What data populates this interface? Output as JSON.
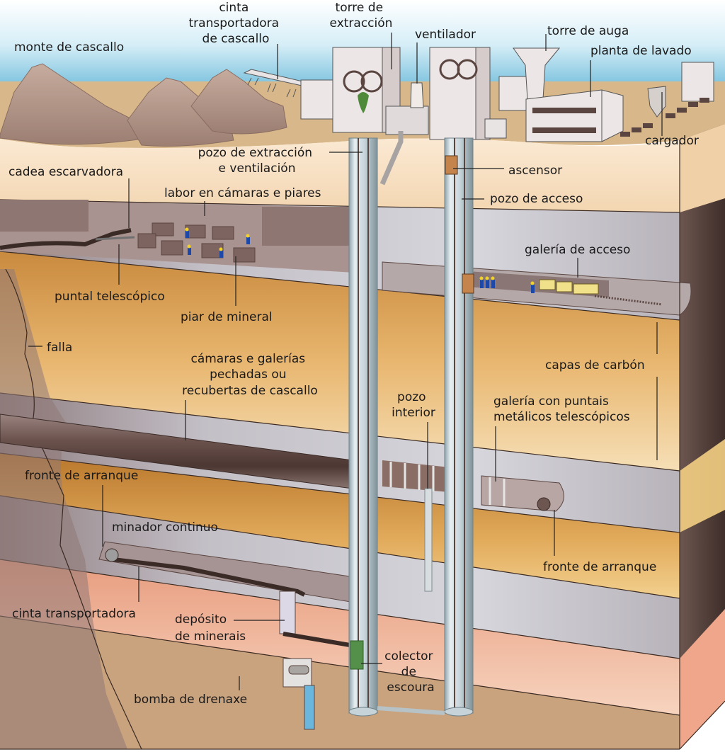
{
  "diagram": {
    "language": "gl",
    "subject": "mina de carbón subterránea",
    "labels": {
      "waste_heap": "monte de cascallo",
      "waste_conveyor": [
        "cinta",
        "transportadora",
        "de cascallo"
      ],
      "headframe": [
        "torre de",
        "extracción"
      ],
      "fan": "ventilador",
      "water_tower": "torre de auga",
      "washing_plant": "planta de lavado",
      "loader": "cargador",
      "hoisting_shaft": [
        "pozo de extracción",
        "e ventilación"
      ],
      "cage": "ascensor",
      "access_shaft": "pozo de acceso",
      "scraper_chain": "cadea escarvadora",
      "room_and_pillar": "labor en cámaras e piares",
      "telescopic_prop": "puntal telescópico",
      "ore_pillar": "piar de mineral",
      "access_gallery": "galería de acceso",
      "fault": "falla",
      "coal_seams": "capas de carbón",
      "closed_rooms": [
        "cámaras e galerías",
        "pechadas ou",
        "recubertas de cascallo"
      ],
      "inner_shaft": [
        "pozo",
        "interior"
      ],
      "gallery_props": [
        "galería con puntais",
        "metálicos telescópicos"
      ],
      "face_left": "fronte de arranque",
      "continuous_miner": "minador continuo",
      "face_right": "fronte de arranque",
      "conveyor_belt": "cinta transportadora",
      "ore_bin": [
        "depósito",
        "de minerais"
      ],
      "sump": [
        "colector",
        "de",
        "escoura"
      ],
      "drain_pump": "bomba de drenaxe"
    },
    "colors": {
      "sky_top": "#ffffff",
      "sky_bottom": "#5fb4d6",
      "ground_surface": "#d8b88a",
      "topsoil": "#f6dcbc",
      "coal_seam_grey": "#c3bfc6",
      "ochre_layer": "#d9a35c",
      "salmon_layer": "#f2b698",
      "bedrock": "#c9a27e",
      "waste_heap": "#b79c8f",
      "tunnel_brown": "#6d5650",
      "building": "#ece6e6",
      "shaft": "#c9d6db",
      "worker": "#1d48a8",
      "helmet": "#f1d22a",
      "water": "#6bb6dd"
    }
  }
}
